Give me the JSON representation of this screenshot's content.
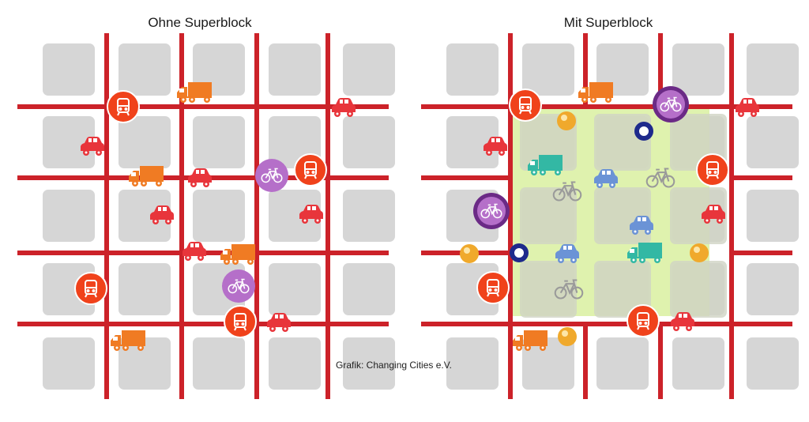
{
  "left_panel": {
    "title": "Ohne Superblock"
  },
  "right_panel": {
    "title": "Mit Superblock"
  },
  "credit": "Grafik: Changing Cities e.V.",
  "colors": {
    "road": "#cc2229",
    "block": "#d6d6d6",
    "superblock": "#d9f0a0",
    "car": "#e8353b",
    "truck": "#f07b23",
    "bus_badge": "#f0421b",
    "bike_badge": "#b56fc9",
    "bike_badge_dark": "#6b2a86",
    "calm_car": "#6b93d6",
    "calm_truck": "#33b8a4",
    "ball": "#f0a92c",
    "ring": "#1e2a8c"
  }
}
